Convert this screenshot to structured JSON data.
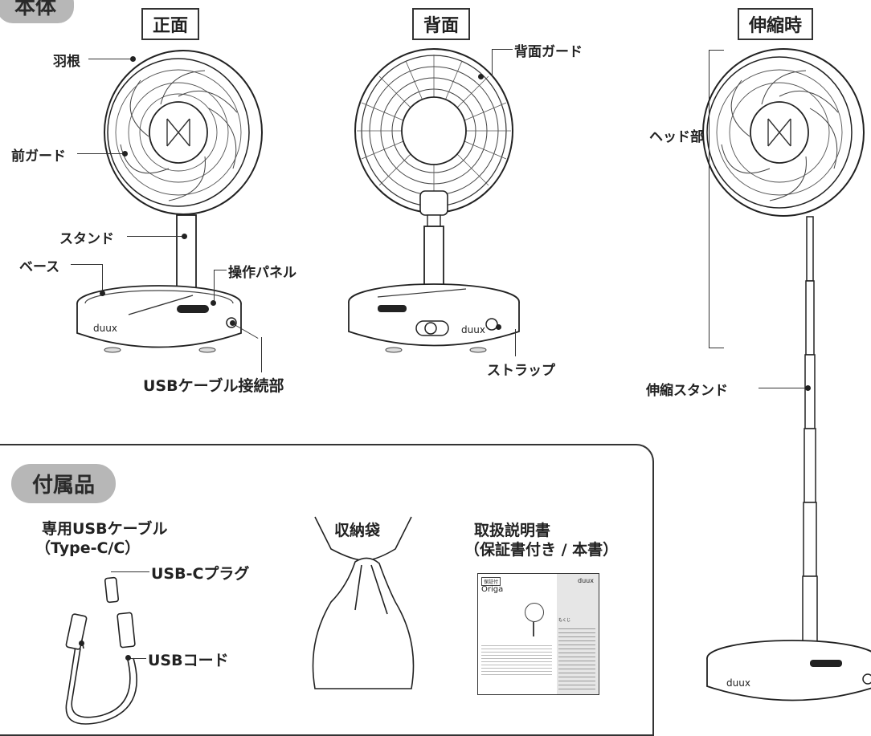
{
  "sections": {
    "main_unit": "本体",
    "accessories": "付属品"
  },
  "views": {
    "front": "正面",
    "back": "背面",
    "extended": "伸縮時"
  },
  "brand": "duux",
  "labels": {
    "blades": "羽根",
    "front_guard": "前ガード",
    "stand": "スタンド",
    "base": "ベース",
    "control_panel": "操作パネル",
    "usb_port": "USBケーブル接続部",
    "rear_guard": "背面ガード",
    "strap": "ストラップ",
    "head": "ヘッド部",
    "telescopic_stand": "伸縮スタンド"
  },
  "accessories": {
    "cable_title_line1": "専用USBケーブル",
    "cable_title_line2": "（Type-C/C）",
    "usb_c_plug": "USB-Cプラグ",
    "usb_cord": "USBコード",
    "bag": "収納袋",
    "manual_line1": "取扱説明書",
    "manual_line2": "（保証書付き / 本書）"
  },
  "manual_cover": {
    "badge": "保証付",
    "brand": "duux",
    "product": "Origa",
    "contents": "もくじ"
  }
}
